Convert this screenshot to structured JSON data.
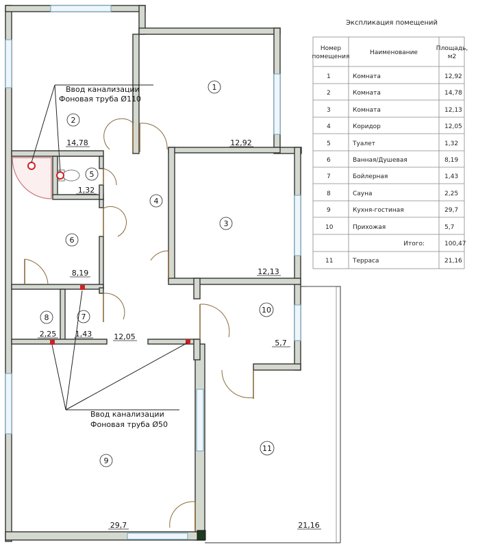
{
  "table": {
    "title": "Экспликация помещений",
    "headers": {
      "num": [
        "Номер",
        "помещения"
      ],
      "name": "Наименование",
      "area": [
        "Площадь,",
        "м2"
      ]
    },
    "rows": [
      {
        "num": "1",
        "name": "Комната",
        "area": "12,92"
      },
      {
        "num": "2",
        "name": "Комната",
        "area": "14,78"
      },
      {
        "num": "3",
        "name": "Комната",
        "area": "12,13"
      },
      {
        "num": "4",
        "name": "Коридор",
        "area": "12,05"
      },
      {
        "num": "5",
        "name": "Туалет",
        "area": "1,32"
      },
      {
        "num": "6",
        "name": "Ванная/Душевая",
        "area": "8,19"
      },
      {
        "num": "7",
        "name": "Бойлерная",
        "area": "1,43"
      },
      {
        "num": "8",
        "name": "Сауна",
        "area": "2,25"
      },
      {
        "num": "9",
        "name": "Кухня-гостиная",
        "area": "29,7"
      },
      {
        "num": "10",
        "name": "Прихожая",
        "area": "5,7"
      }
    ],
    "total": {
      "label": "Итого:",
      "area": "100,47"
    },
    "terrace": {
      "num": "11",
      "name": "Терраса",
      "area": "21,16"
    }
  },
  "rooms": [
    {
      "num": "1",
      "area": "12,92"
    },
    {
      "num": "2",
      "area": "14,78"
    },
    {
      "num": "3",
      "area": "12,13"
    },
    {
      "num": "4",
      "area": "12,05"
    },
    {
      "num": "5",
      "area": "1,32"
    },
    {
      "num": "6",
      "area": "8,19"
    },
    {
      "num": "7",
      "area": "1,43"
    },
    {
      "num": "8",
      "area": "2,25"
    },
    {
      "num": "9",
      "area": "29,7"
    },
    {
      "num": "10",
      "area": "5,7"
    },
    {
      "num": "11",
      "area": "21,16"
    }
  ],
  "notes": {
    "sewer_110_line1": "Ввод канализации",
    "sewer_110_line2": "Фоновая труба  Ø110",
    "sewer_50_line1": "Ввод канализации",
    "sewer_50_line2": "Фоновая труба  Ø50"
  },
  "colors": {
    "wall": "#d4d9d0",
    "window": "#6fa3bd",
    "door": "#8a6a3a",
    "sewer": "#cc2222"
  }
}
